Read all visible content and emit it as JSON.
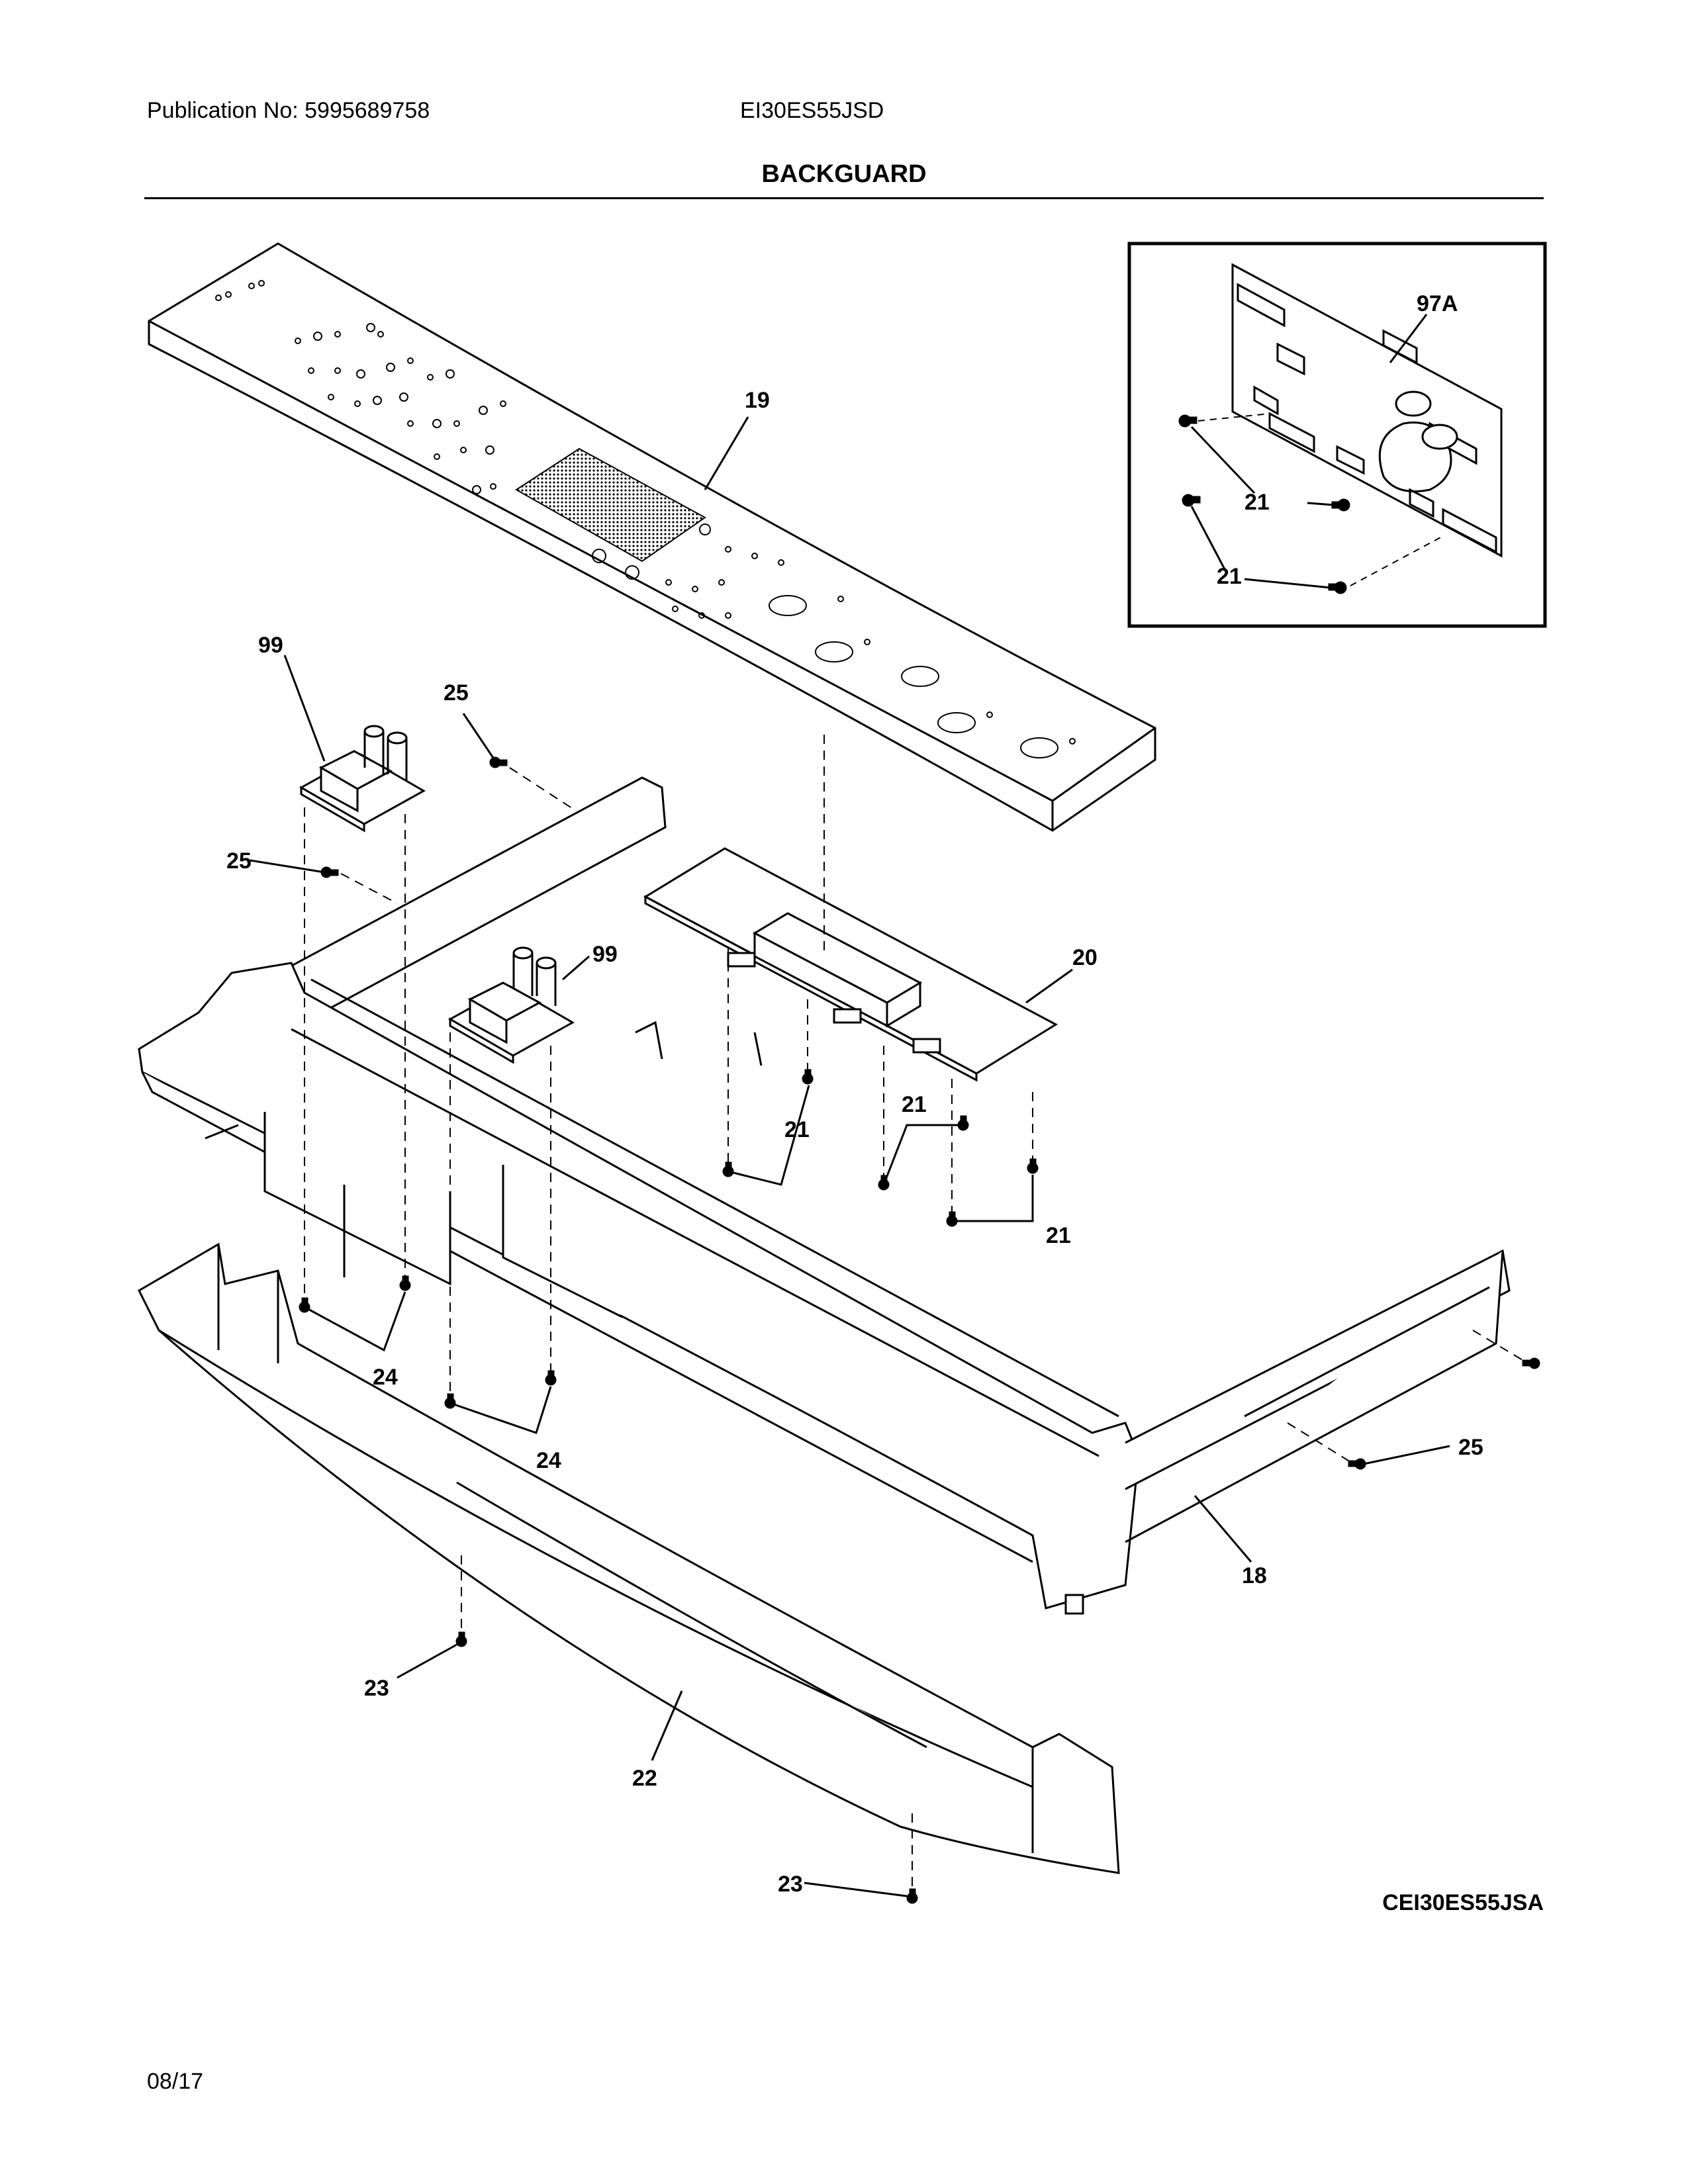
{
  "header": {
    "publication": "Publication No: 5995689758",
    "model": "EI30ES55JSD",
    "title": "BACKGUARD"
  },
  "callouts": {
    "c19": "19",
    "c97A": "97A",
    "c21a": "21",
    "c21b": "21",
    "c99a": "99",
    "c25a": "25",
    "c25b": "25",
    "c99b": "99",
    "c20": "20",
    "c21c": "21",
    "c21d": "21",
    "c21e": "21",
    "c24a": "24",
    "c24b": "24",
    "c25c": "25",
    "c18": "18",
    "c23a": "23",
    "c22": "22",
    "c23b": "23"
  },
  "footer": {
    "diagram_code": "CEI30ES55JSA",
    "date": "08/17"
  }
}
